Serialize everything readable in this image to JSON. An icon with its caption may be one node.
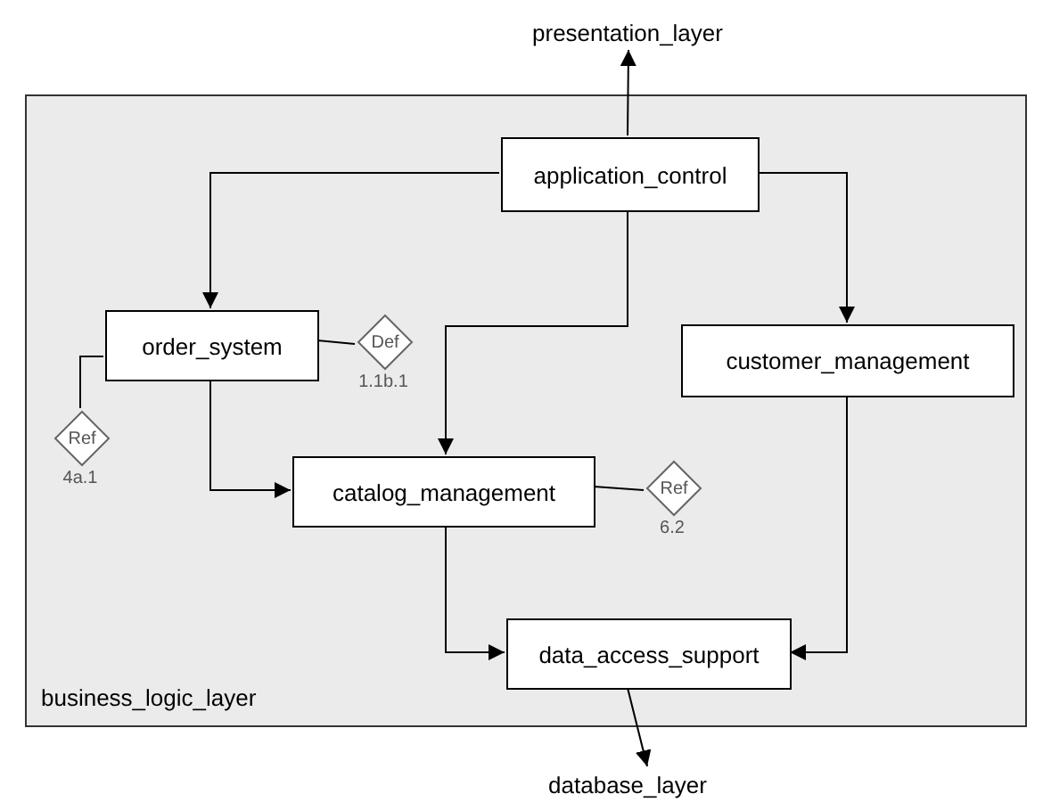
{
  "diagram": {
    "nodes": [
      {
        "text": [
          "business_logic_layer"
        ]
      },
      {
        "text": [
          "presentation_layer"
        ]
      },
      {
        "text": [
          "application_control"
        ],
        "in": 0
      },
      {
        "text": [
          "order_system"
        ],
        "in": 0
      },
      {
        "text": [
          "Def"
        ],
        "in": 0,
        "beside": [
          "1.1b.1"
        ]
      },
      {
        "text": [
          "customer_management"
        ],
        "in": 0
      },
      {
        "text": [
          "Ref"
        ],
        "in": 0,
        "beside": [
          "4a.1"
        ]
      },
      {
        "text": [
          "catalog_management"
        ],
        "in": 0
      },
      {
        "text": [
          "Ref"
        ],
        "in": 0,
        "beside": [
          "6.2"
        ]
      },
      {
        "text": [
          "data_access_support"
        ],
        "in": 0
      },
      {
        "text": [
          "database_layer"
        ]
      }
    ],
    "edges": [
      {
        "from": 2,
        "to": 1,
        "arrow": "to"
      },
      {
        "from": 2,
        "to": 3,
        "arrow": "to"
      },
      {
        "from": 2,
        "to": 7,
        "arrow": "to"
      },
      {
        "from": 2,
        "to": 5,
        "arrow": "to"
      },
      {
        "from": 3,
        "to": 4,
        "arrow": "none"
      },
      {
        "from": 3,
        "to": 6,
        "arrow": "none"
      },
      {
        "from": 3,
        "to": 7,
        "arrow": "to"
      },
      {
        "from": 7,
        "to": 8,
        "arrow": "none"
      },
      {
        "from": 7,
        "to": 9,
        "arrow": "to"
      },
      {
        "from": 5,
        "to": 9,
        "arrow": "to"
      },
      {
        "from": 9,
        "to": 10,
        "arrow": "to"
      }
    ]
  }
}
